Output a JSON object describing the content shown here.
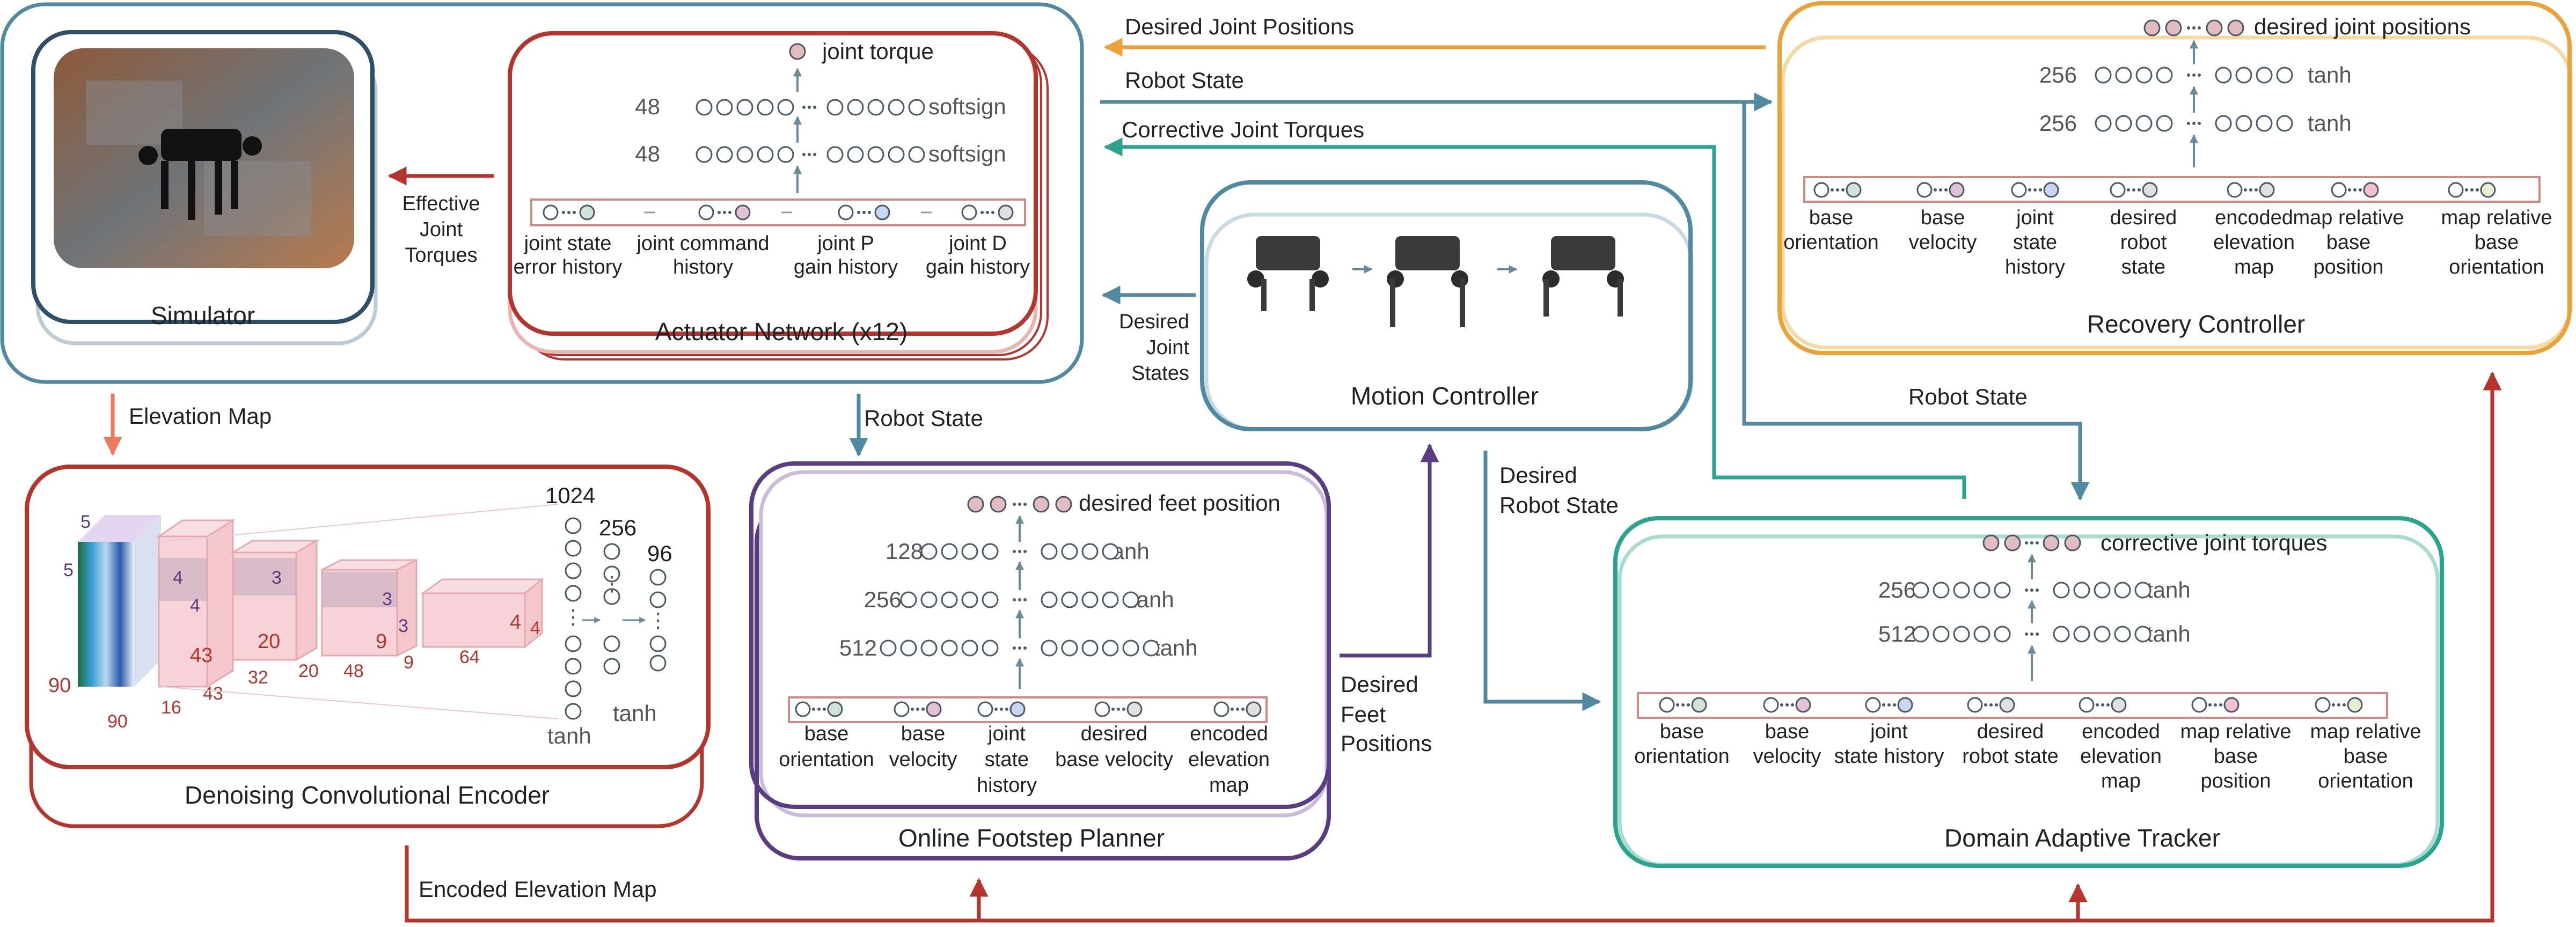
{
  "colors": {
    "simulator": "#2f4f66",
    "actuator": "#b5342b",
    "encoder": "#b5342b",
    "planner": "#5a3c82",
    "motion": "#4f8aa0",
    "tracker": "#2aa38f",
    "recovery": "#eba338",
    "robot_state_arrow": "#4f8aa0",
    "corrective_arrow": "#2aa38f",
    "desired_pos_arrow": "#eba338",
    "elevation_arrow": "#ee7a5c",
    "encoded_arrow": "#b5342b",
    "feet_arrow": "#5a3c82",
    "torque_arrow": "#b5342b"
  },
  "blocks": {
    "simulator": {
      "title": "Simulator"
    },
    "actuator": {
      "title": "Actuator Network (x12)",
      "output": "joint torque",
      "layers": [
        {
          "size": "48",
          "act": "softsign"
        },
        {
          "size": "48",
          "act": "softsign"
        }
      ],
      "inputs": [
        {
          "l1": "joint state",
          "l2": "error history"
        },
        {
          "l1": "joint command",
          "l2": "history"
        },
        {
          "l1": "joint P",
          "l2": "gain history"
        },
        {
          "l1": "joint D",
          "l2": "gain history"
        }
      ]
    },
    "encoder": {
      "title": "Denoising Convolutional Encoder",
      "dims": {
        "in_5a": "5",
        "in_5b": "5",
        "in_90a": "90",
        "in_90b": "90",
        "c1_4": "4",
        "c1_4b": "4",
        "c1_43": "43",
        "c1_16": "16",
        "c1_43b": "43",
        "c2_3": "3",
        "c2_20": "20",
        "c2_32": "32",
        "c2_20b": "20",
        "c3_3": "3",
        "c3_3b": "3",
        "c3_9": "9",
        "c3_48": "48",
        "c3_9b": "9",
        "c4_4": "4",
        "c4_4b": "4",
        "c4_64": "64"
      },
      "fc": {
        "n1024": "1024",
        "n256": "256",
        "n96": "96",
        "act1": "tanh",
        "act2": "tanh"
      }
    },
    "planner": {
      "title": "Online Footstep Planner",
      "output": "desired feet position",
      "layers": [
        {
          "size": "128",
          "act": "tanh"
        },
        {
          "size": "256",
          "act": "tanh"
        },
        {
          "size": "512",
          "act": "tanh"
        }
      ],
      "inputs": [
        {
          "l1": "base",
          "l2": "orientation"
        },
        {
          "l1": "base",
          "l2": "velocity"
        },
        {
          "l1": "joint",
          "l2": "state",
          "l3": "history"
        },
        {
          "l1": "desired",
          "l2": "base velocity"
        },
        {
          "l1": "encoded",
          "l2": "elevation",
          "l3": "map"
        }
      ]
    },
    "motion": {
      "title": "Motion Controller"
    },
    "tracker": {
      "title": "Domain Adaptive Tracker",
      "output": "corrective joint torques",
      "layers": [
        {
          "size": "256",
          "act": "tanh"
        },
        {
          "size": "512",
          "act": "tanh"
        }
      ],
      "inputs": [
        {
          "l1": "base",
          "l2": "orientation"
        },
        {
          "l1": "base",
          "l2": "velocity"
        },
        {
          "l1": "joint",
          "l2": "state history"
        },
        {
          "l1": "desired",
          "l2": "robot state"
        },
        {
          "l1": "encoded",
          "l2": "elevation",
          "l3": "map"
        },
        {
          "l1": "map relative",
          "l2": "base",
          "l3": "position"
        },
        {
          "l1": "map relative",
          "l2": "base",
          "l3": "orientation"
        }
      ]
    },
    "recovery": {
      "title": "Recovery Controller",
      "output": "desired joint positions",
      "layers": [
        {
          "size": "256",
          "act": "tanh"
        },
        {
          "size": "256",
          "act": "tanh"
        }
      ],
      "inputs": [
        {
          "l1": "base",
          "l2": "orientation"
        },
        {
          "l1": "base",
          "l2": "velocity"
        },
        {
          "l1": "joint",
          "l2": "state",
          "l3": "history"
        },
        {
          "l1": "desired",
          "l2": "robot",
          "l3": "state"
        },
        {
          "l1": "encoded",
          "l2": "elevation",
          "l3": "map"
        },
        {
          "l1": "map relative",
          "l2": "base",
          "l3": "position"
        },
        {
          "l1": "map relative",
          "l2": "base",
          "l3": "orientation"
        }
      ]
    }
  },
  "arrows": {
    "desired_joint_positions": "Desired Joint Positions",
    "robot_state_top": "Robot State",
    "corrective_joint_torques": "Corrective Joint Torques",
    "effective": {
      "l1": "Effective",
      "l2": "Joint",
      "l3": "Torques"
    },
    "desired_joint_states": {
      "l1": "Desired",
      "l2": "Joint",
      "l3": "States"
    },
    "elevation_map": "Elevation Map",
    "robot_state_mid": "Robot State",
    "robot_state_right": "Robot State",
    "desired_robot_state": {
      "l1": "Desired",
      "l2": "Robot State"
    },
    "desired_feet_positions": {
      "l1": "Desired",
      "l2": "Feet",
      "l3": "Positions"
    },
    "encoded_elevation_map": "Encoded Elevation Map"
  }
}
